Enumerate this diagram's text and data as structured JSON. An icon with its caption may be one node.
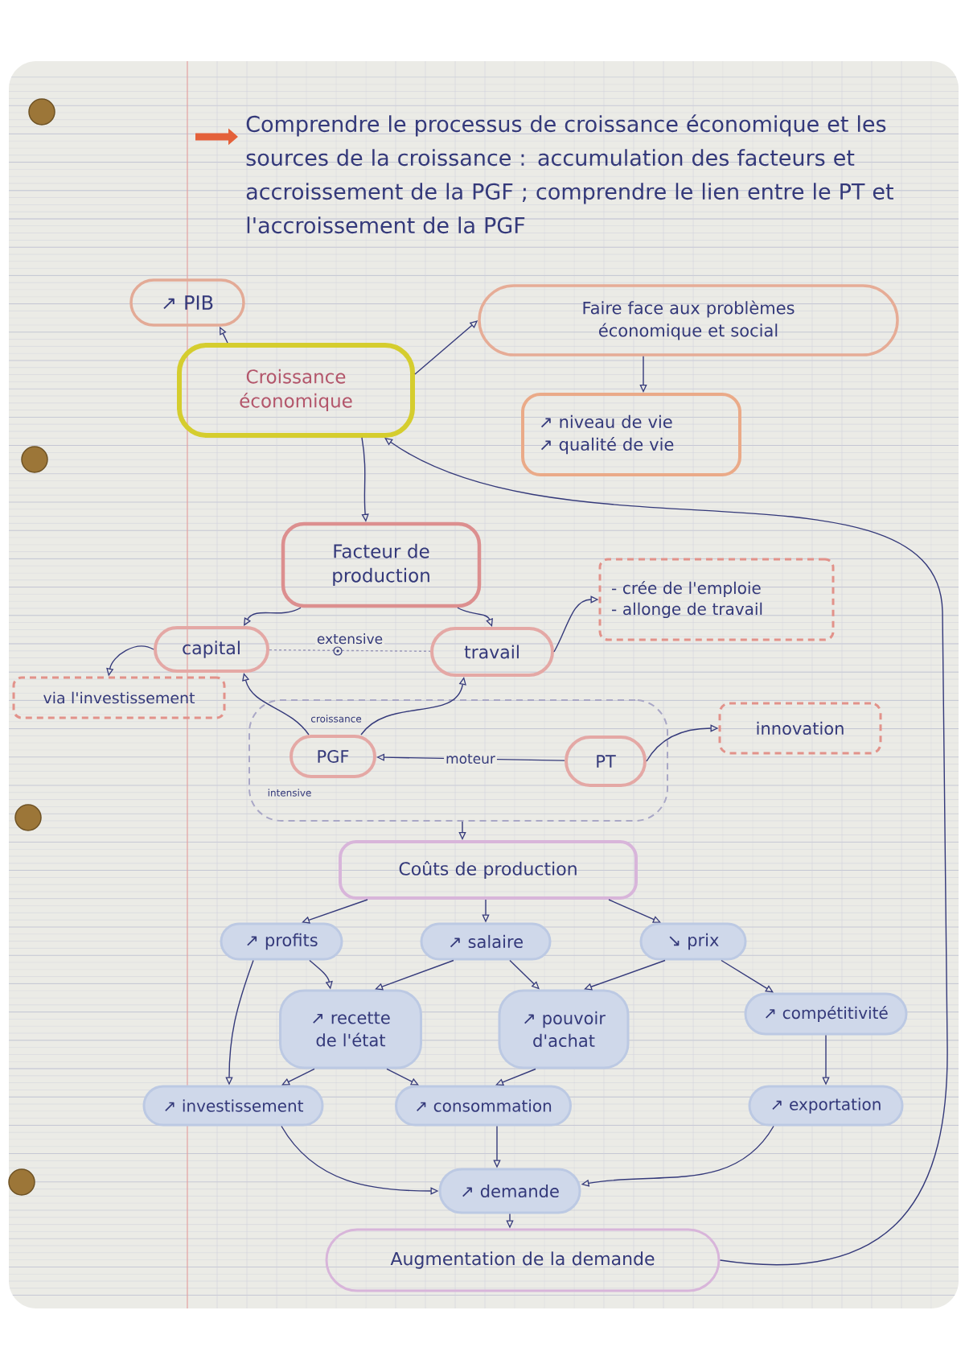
{
  "diagram": {
    "title": "Comprendre le processus de croissance économique et les sources de la croissance : accumulation des facteurs et accroissement de la PGF ; comprendre le lien entre le PT et l'accroissement de la PGF",
    "nodes": [
      {
        "text": [
          "↗ PIB"
        ]
      },
      {
        "text": [
          "Faire face aux problèmes économique et social"
        ]
      },
      {
        "text": [
          "Croissance économique"
        ]
      },
      {
        "text": [
          "↗ niveau de vie",
          "↗ qualité de vie"
        ]
      },
      {
        "text": [
          "Facteur de production"
        ]
      },
      {
        "text": [
          "- crée de l'emploie",
          "- allonge de travail"
        ]
      },
      {
        "text": [
          "capital"
        ]
      },
      {
        "text": [
          "travail"
        ]
      },
      {
        "text": [
          "via l'investissement"
        ]
      },
      {
        "text": [],
        "shape": "box"
      },
      {
        "text": [
          "PGF"
        ],
        "in": 9,
        "beside": [
          "croissance",
          "intensive"
        ]
      },
      {
        "text": [
          "PT"
        ],
        "in": 9
      },
      {
        "text": [
          "innovation"
        ]
      },
      {
        "text": [
          "Coûts de production"
        ]
      },
      {
        "text": [
          "↗ profits"
        ]
      },
      {
        "text": [
          "↗ salaire"
        ]
      },
      {
        "text": [
          "↘ prix"
        ]
      },
      {
        "text": [
          "↗ recette de l'état"
        ]
      },
      {
        "text": [
          "↗ pouvoir d'achat"
        ]
      },
      {
        "text": [
          "↗ compétitivité"
        ]
      },
      {
        "text": [
          "↗ investissement"
        ]
      },
      {
        "text": [
          "↗ consommation"
        ]
      },
      {
        "text": [
          "↗ exportation"
        ]
      },
      {
        "text": [
          "↗ demande"
        ]
      },
      {
        "text": [
          "Augmentation de la demande"
        ]
      }
    ],
    "edges": [
      {
        "from": 2,
        "to": 0,
        "arrow": "to"
      },
      {
        "from": 2,
        "to": 1,
        "arrow": "to"
      },
      {
        "from": 1,
        "to": 3,
        "arrow": "to"
      },
      {
        "from": 2,
        "to": 4,
        "arrow": "to"
      },
      {
        "from": 4,
        "to": 6,
        "arrow": "to"
      },
      {
        "from": 4,
        "to": 7,
        "arrow": "to"
      },
      {
        "from": 7,
        "to": 5,
        "arrow": "to"
      },
      {
        "from": 6,
        "to": 8,
        "arrow": "to"
      },
      {
        "from": 6,
        "to": 7,
        "arrow": "none",
        "label": "extensive",
        "style": "dashed",
        "color": "#9a98b8"
      },
      {
        "from": 10,
        "to": 6,
        "arrow": "to"
      },
      {
        "from": 10,
        "to": 7,
        "arrow": "to"
      },
      {
        "from": 11,
        "to": 10,
        "arrow": "to",
        "label": "moteur"
      },
      {
        "from": 11,
        "to": 12,
        "arrow": "to"
      },
      {
        "from": 9,
        "to": 13,
        "arrow": "to"
      },
      {
        "from": 13,
        "to": 14,
        "arrow": "to"
      },
      {
        "from": 13,
        "to": 15,
        "arrow": "to"
      },
      {
        "from": 13,
        "to": 16,
        "arrow": "to"
      },
      {
        "from": 14,
        "to": 17,
        "arrow": "to"
      },
      {
        "from": 14,
        "to": 20,
        "arrow": "to"
      },
      {
        "from": 15,
        "to": 17,
        "arrow": "to"
      },
      {
        "from": 15,
        "to": 18,
        "arrow": "to"
      },
      {
        "from": 16,
        "to": 18,
        "arrow": "to"
      },
      {
        "from": 16,
        "to": 19,
        "arrow": "to"
      },
      {
        "from": 17,
        "to": 20,
        "arrow": "to"
      },
      {
        "from": 17,
        "to": 21,
        "arrow": "to"
      },
      {
        "from": 18,
        "to": 21,
        "arrow": "to"
      },
      {
        "from": 19,
        "to": 22,
        "arrow": "to"
      },
      {
        "from": 20,
        "to": 23,
        "arrow": "to"
      },
      {
        "from": 21,
        "to": 23,
        "arrow": "to"
      },
      {
        "from": 22,
        "to": 23,
        "arrow": "to"
      },
      {
        "from": 23,
        "to": 24,
        "arrow": "to"
      },
      {
        "from": 24,
        "to": 2,
        "arrow": "to"
      }
    ]
  }
}
